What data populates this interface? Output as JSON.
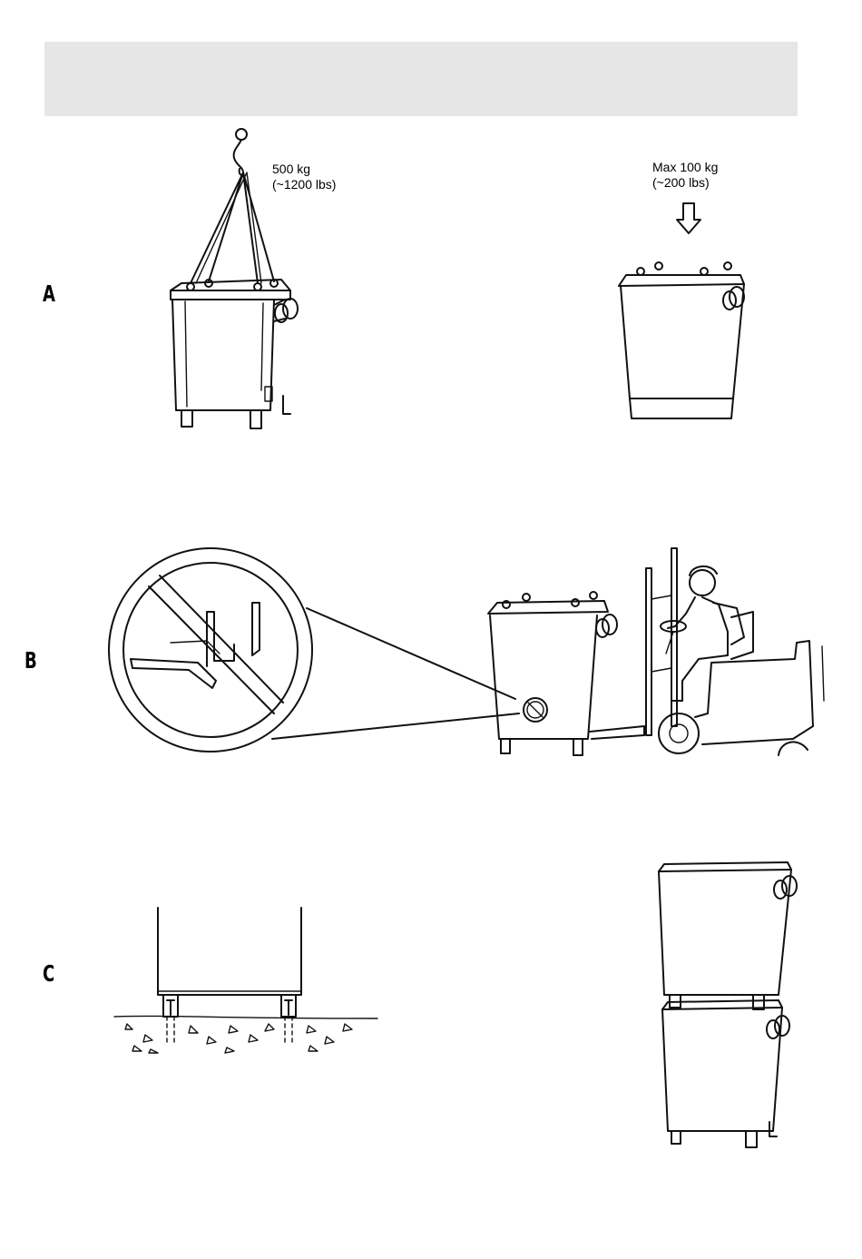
{
  "sections": {
    "a": {
      "letter": "A"
    },
    "b": {
      "letter": "B"
    },
    "c": {
      "letter": "C"
    }
  },
  "lift_load": {
    "line1": "500 kg",
    "line2": "(~1200 lbs)"
  },
  "top_load": {
    "line1": "Max 100 kg",
    "line2": "(~200 lbs)"
  }
}
